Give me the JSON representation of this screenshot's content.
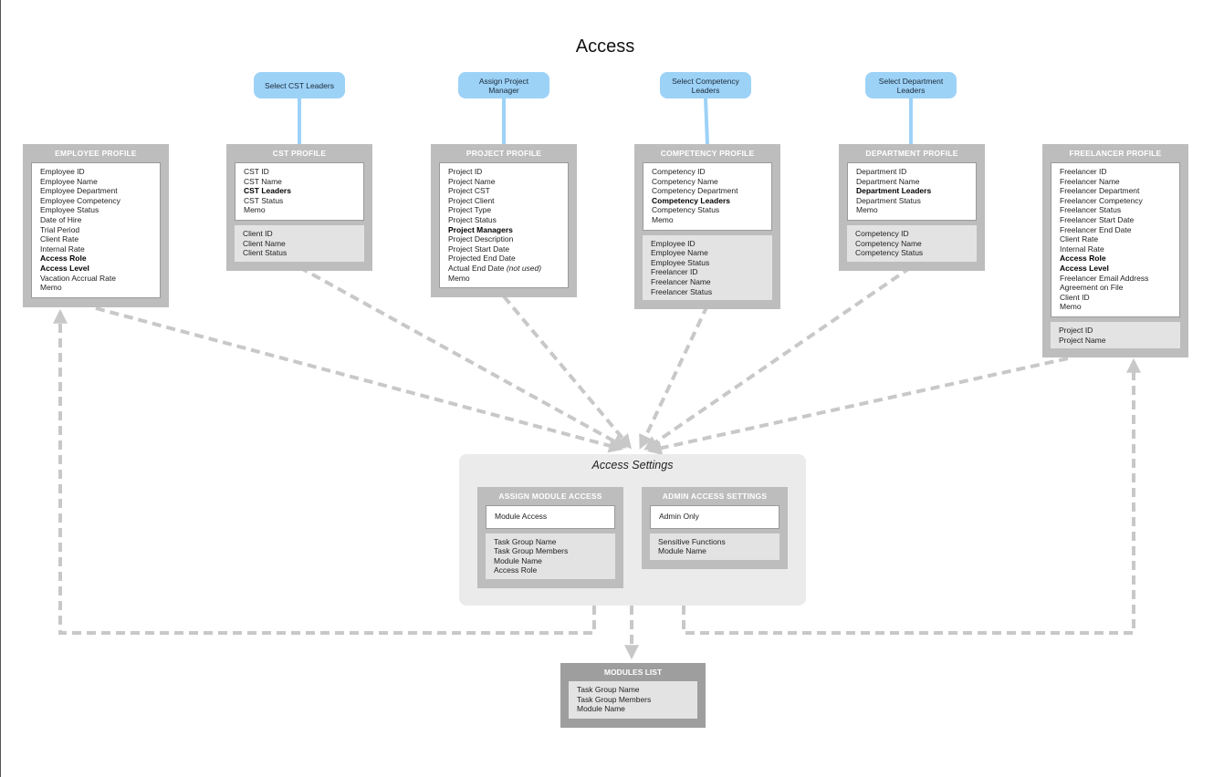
{
  "title": "Access",
  "pills": {
    "cst": "Select CST Leaders",
    "project": "Assign Project Manager",
    "competency": "Select Competency Leaders",
    "department": "Select Department Leaders"
  },
  "employee": {
    "header": "EMPLOYEE PROFILE",
    "fields": [
      "Employee ID",
      "Employee Name",
      "Employee Department",
      "Employee Competency",
      "Employee Status",
      "Date of Hire",
      "Trial Period",
      "Client Rate",
      "Internal Rate"
    ],
    "bold": [
      "Access Role",
      "Access Level"
    ],
    "fields2": [
      "Vacation Accrual Rate",
      "Memo"
    ]
  },
  "cst": {
    "header": "CST PROFILE",
    "fields": [
      "CST ID",
      "CST Name"
    ],
    "bold": "CST Leaders",
    "fields2": [
      "CST Status",
      "Memo"
    ],
    "related": [
      "Client ID",
      "Client Name",
      "Client Status"
    ]
  },
  "project": {
    "header": "PROJECT PROFILE",
    "fields": [
      "Project ID",
      "Project Name",
      "Project CST",
      "Project Client",
      "Project Type",
      "Project Status"
    ],
    "bold": "Project Managers",
    "fields2": [
      "Project Description",
      "Project Start Date",
      "Projected End Date"
    ],
    "actual_end": "Actual End Date",
    "actual_end_note": "(not used)",
    "memo": "Memo"
  },
  "competency": {
    "header": "COMPETENCY PROFILE",
    "fields": [
      "Competency ID",
      "Competency Name",
      "Competency Department"
    ],
    "bold": "Competency Leaders",
    "fields2": [
      "Competency Status",
      "Memo"
    ],
    "related": [
      "Employee ID",
      "Employee Name",
      "Employee Status",
      "Freelancer ID",
      "Freelancer Name",
      "Freelancer Status"
    ]
  },
  "department": {
    "header": "DEPARTMENT PROFILE",
    "fields": [
      "Department ID",
      "Department Name"
    ],
    "bold": "Department Leaders",
    "fields2": [
      "Department Status",
      "Memo"
    ],
    "related": [
      "Competency ID",
      "Competency Name",
      "Competency Status"
    ]
  },
  "freelancer": {
    "header": "FREELANCER PROFILE",
    "fields": [
      "Freelancer ID",
      "Freelancer Name",
      "Freelancer Department",
      "Freelancer Competency",
      "Freelancer Status",
      "Freelancer Start Date",
      "Freelancer End Date",
      "Client Rate",
      "Internal Rate"
    ],
    "bold": [
      "Access Role",
      "Access Level"
    ],
    "fields2": [
      "Freelancer Email Address",
      "Agreement on File",
      "Client ID",
      "Memo"
    ],
    "related": [
      "Project ID",
      "Project Name"
    ]
  },
  "settings": {
    "title": "Access Settings",
    "module_access": {
      "header": "ASSIGN MODULE ACCESS",
      "primary": "Module Access",
      "related": [
        "Task Group Name",
        "Task Group Members",
        "Module Name",
        "Access Role"
      ]
    },
    "admin_access": {
      "header": "ADMIN ACCESS SETTINGS",
      "primary": "Admin Only",
      "related": [
        "Sensitive Functions",
        "Module Name"
      ]
    }
  },
  "modules_list": {
    "header": "MODULES LIST",
    "related": [
      "Task Group Name",
      "Task Group Members",
      "Module Name"
    ]
  },
  "colors": {
    "card": "#bdbdbd",
    "pill": "#9dd2f7",
    "connector": "#c8c8c8",
    "pill_link": "#9dd2f7"
  }
}
